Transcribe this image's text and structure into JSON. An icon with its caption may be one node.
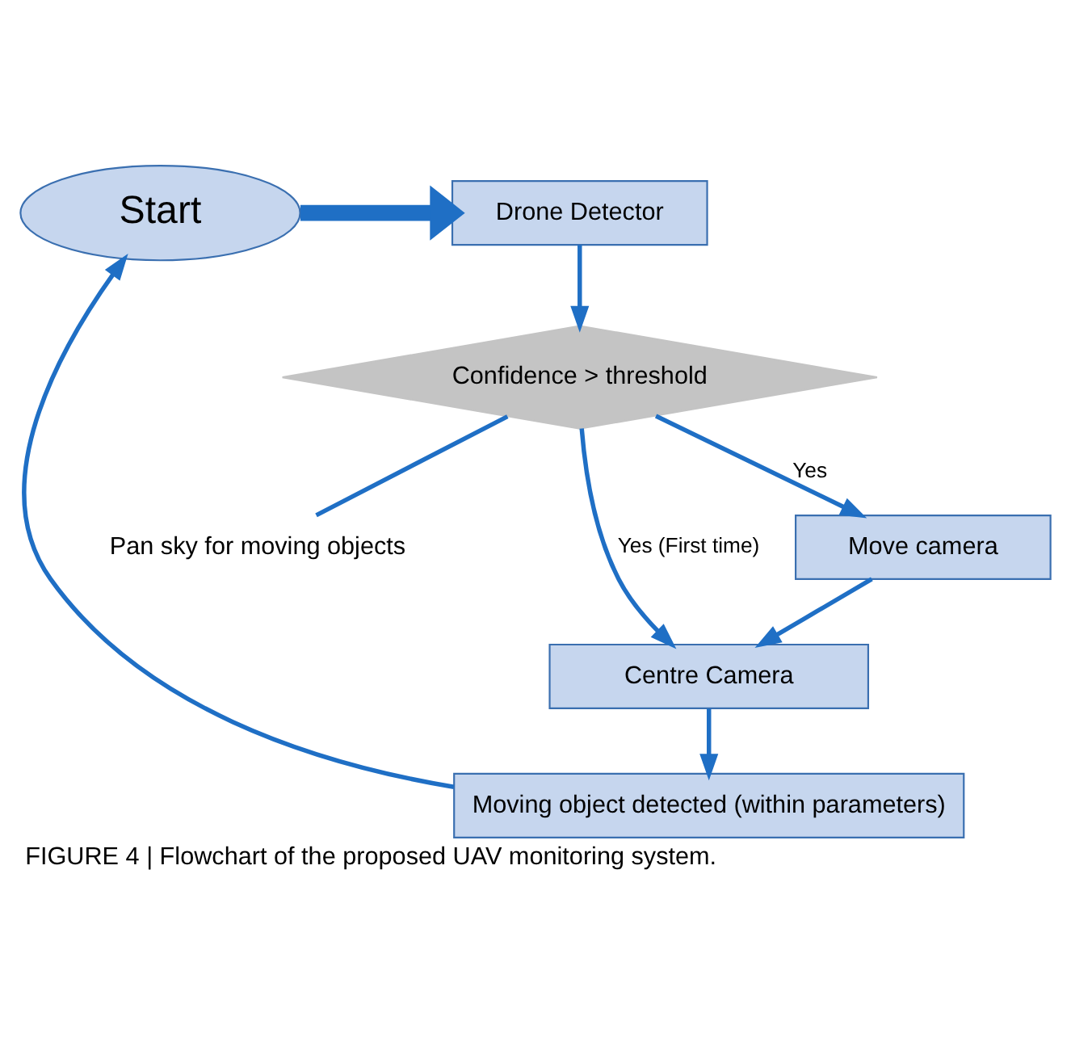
{
  "diagram": {
    "caption": "FIGURE 4 | Flowchart of the proposed UAV monitoring system.",
    "nodes": [
      {
        "text": [
          "Start"
        ]
      },
      {
        "text": [
          "Drone Detector"
        ]
      },
      {
        "text": [
          "Confidence > threshold"
        ]
      },
      {
        "text": [
          "Pan sky for moving objects"
        ]
      },
      {
        "text": [
          "Moving object detected (within parameters)"
        ]
      },
      {
        "text": [
          "Centre Camera"
        ]
      },
      {
        "text": [
          "Move camera"
        ]
      }
    ],
    "edges": [
      {
        "from": 0,
        "to": 1,
        "arrow": "to",
        "style": "thick"
      },
      {
        "from": 1,
        "to": 2,
        "arrow": "to"
      },
      {
        "from": 2,
        "to": 3,
        "arrow": "none"
      },
      {
        "from": 2,
        "to": 5,
        "arrow": "to",
        "label": "Yes (First time)"
      },
      {
        "from": 2,
        "to": 6,
        "arrow": "to",
        "label": "Yes"
      },
      {
        "from": 6,
        "to": 5,
        "arrow": "to"
      },
      {
        "from": 5,
        "to": 4,
        "arrow": "to"
      },
      {
        "from": 4,
        "to": 0,
        "arrow": "to"
      }
    ]
  }
}
